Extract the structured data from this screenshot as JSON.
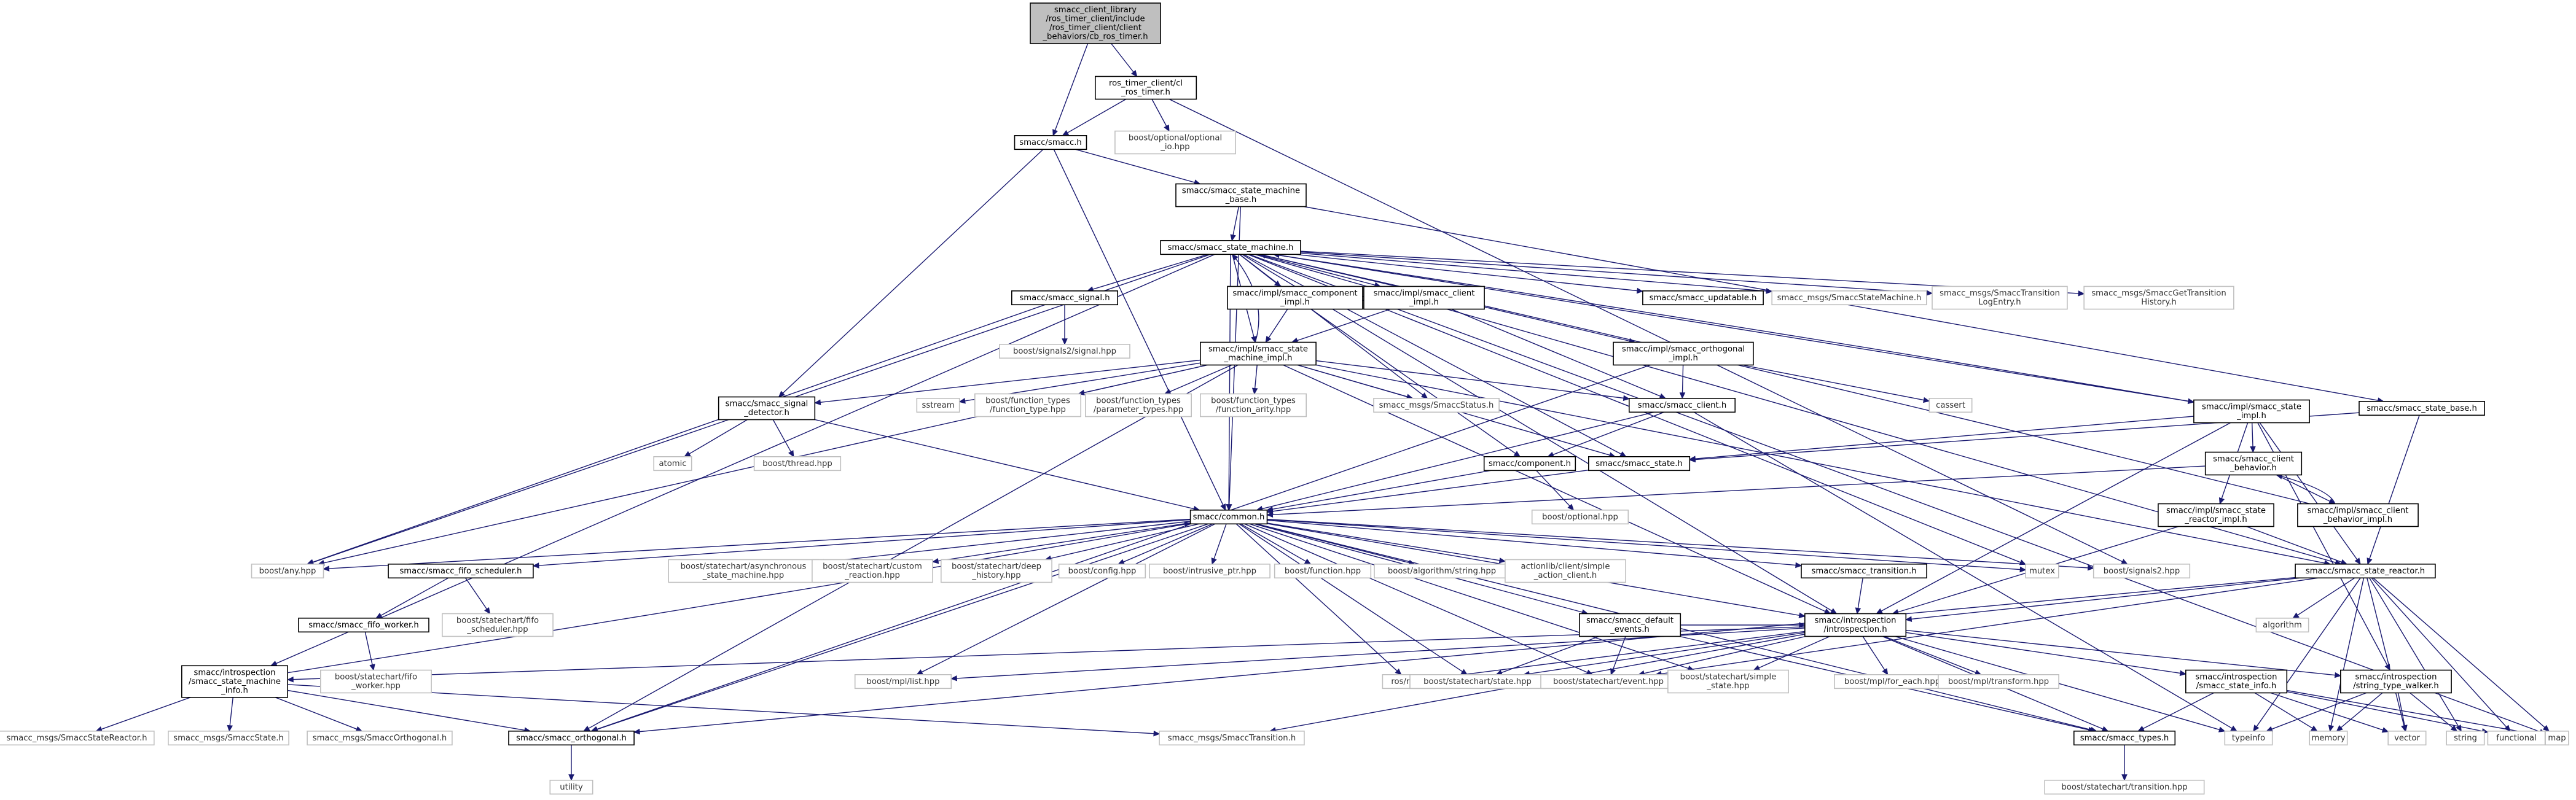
{
  "graph": {
    "direction": "top-to-bottom",
    "edge_color": "#191970",
    "root_fill": "#bfbfbf",
    "nodes": [
      {
        "id": "root",
        "lines": [
          "smacc_client_library",
          "/ros_timer_client/include",
          "/ros_timer_client/client",
          "_behaviors/cb_ros_timer.h"
        ],
        "kind": "root"
      },
      {
        "id": "timer_h",
        "lines": [
          "ros_timer_client/cl",
          "_ros_timer.h"
        ],
        "kind": "int"
      },
      {
        "id": "smacc_h",
        "lines": [
          "smacc/smacc.h"
        ],
        "kind": "int"
      },
      {
        "id": "opt_io",
        "lines": [
          "boost/optional/optional",
          "_io.hpp"
        ],
        "kind": "ext"
      },
      {
        "id": "sm_base",
        "lines": [
          "smacc/smacc_state_machine",
          "_base.h"
        ],
        "kind": "int"
      },
      {
        "id": "sm",
        "lines": [
          "smacc/smacc_state_machine.h"
        ],
        "kind": "int"
      },
      {
        "id": "signal",
        "lines": [
          "smacc/smacc_signal.h"
        ],
        "kind": "int"
      },
      {
        "id": "comp_impl",
        "lines": [
          "smacc/impl/smacc_component",
          "_impl.h"
        ],
        "kind": "int"
      },
      {
        "id": "client_impl",
        "lines": [
          "smacc/impl/smacc_client",
          "_impl.h"
        ],
        "kind": "int"
      },
      {
        "id": "updatable",
        "lines": [
          "smacc/smacc_updatable.h"
        ],
        "kind": "int"
      },
      {
        "id": "msg_sm",
        "lines": [
          "smacc_msgs/SmaccStateMachine.h"
        ],
        "kind": "ext"
      },
      {
        "id": "msg_tle",
        "lines": [
          "smacc_msgs/SmaccTransition",
          "LogEntry.h"
        ],
        "kind": "ext"
      },
      {
        "id": "msg_gth",
        "lines": [
          "smacc_msgs/SmaccGetTransition",
          "History.h"
        ],
        "kind": "ext"
      },
      {
        "id": "signals2_signal",
        "lines": [
          "boost/signals2/signal.hpp"
        ],
        "kind": "ext"
      },
      {
        "id": "sm_impl",
        "lines": [
          "smacc/impl/smacc_state",
          "_machine_impl.h"
        ],
        "kind": "int"
      },
      {
        "id": "orth_impl",
        "lines": [
          "smacc/impl/smacc_orthogonal",
          "_impl.h"
        ],
        "kind": "int"
      },
      {
        "id": "cassert",
        "lines": [
          "cassert"
        ],
        "kind": "ext"
      },
      {
        "id": "sig_det",
        "lines": [
          "smacc/smacc_signal",
          "_detector.h"
        ],
        "kind": "int"
      },
      {
        "id": "sstream",
        "lines": [
          "sstream"
        ],
        "kind": "ext"
      },
      {
        "id": "ft_type",
        "lines": [
          "boost/function_types",
          "/function_type.hpp"
        ],
        "kind": "ext"
      },
      {
        "id": "ft_param",
        "lines": [
          "boost/function_types",
          "/parameter_types.hpp"
        ],
        "kind": "ext"
      },
      {
        "id": "ft_arity",
        "lines": [
          "boost/function_types",
          "/function_arity.hpp"
        ],
        "kind": "ext"
      },
      {
        "id": "msg_status",
        "lines": [
          "smacc_msgs/SmaccStatus.h"
        ],
        "kind": "ext"
      },
      {
        "id": "client_h",
        "lines": [
          "smacc/smacc_client.h"
        ],
        "kind": "int"
      },
      {
        "id": "state_impl",
        "lines": [
          "smacc/impl/smacc_state",
          "_impl.h"
        ],
        "kind": "int"
      },
      {
        "id": "state_base",
        "lines": [
          "smacc/smacc_state_base.h"
        ],
        "kind": "int"
      },
      {
        "id": "atomic",
        "lines": [
          "atomic"
        ],
        "kind": "ext"
      },
      {
        "id": "thread",
        "lines": [
          "boost/thread.hpp"
        ],
        "kind": "ext"
      },
      {
        "id": "component",
        "lines": [
          "smacc/component.h"
        ],
        "kind": "int"
      },
      {
        "id": "state_h",
        "lines": [
          "smacc/smacc_state.h"
        ],
        "kind": "int"
      },
      {
        "id": "cb_h",
        "lines": [
          "smacc/smacc_client",
          "_behavior.h"
        ],
        "kind": "int"
      },
      {
        "id": "cb_impl",
        "lines": [
          "smacc/impl/smacc_client",
          "_behavior_impl.h"
        ],
        "kind": "int"
      },
      {
        "id": "sr_impl",
        "lines": [
          "smacc/impl/smacc_state",
          "_reactor_impl.h"
        ],
        "kind": "int"
      },
      {
        "id": "optional",
        "lines": [
          "boost/optional.hpp"
        ],
        "kind": "ext"
      },
      {
        "id": "common",
        "lines": [
          "smacc/common.h"
        ],
        "kind": "int"
      },
      {
        "id": "any",
        "lines": [
          "boost/any.hpp"
        ],
        "kind": "ext"
      },
      {
        "id": "fifo_sched",
        "lines": [
          "smacc/smacc_fifo_scheduler.h"
        ],
        "kind": "int"
      },
      {
        "id": "async_sm",
        "lines": [
          "boost/statechart/asynchronous",
          "_state_machine.hpp"
        ],
        "kind": "ext"
      },
      {
        "id": "custom_react",
        "lines": [
          "boost/statechart/custom",
          "_reaction.hpp"
        ],
        "kind": "ext"
      },
      {
        "id": "deep_hist",
        "lines": [
          "boost/statechart/deep",
          "_history.hpp"
        ],
        "kind": "ext"
      },
      {
        "id": "config",
        "lines": [
          "boost/config.hpp"
        ],
        "kind": "ext"
      },
      {
        "id": "intrusive",
        "lines": [
          "boost/intrusive_ptr.hpp"
        ],
        "kind": "ext"
      },
      {
        "id": "function",
        "lines": [
          "boost/function.hpp"
        ],
        "kind": "ext"
      },
      {
        "id": "algo_str",
        "lines": [
          "boost/algorithm/string.hpp"
        ],
        "kind": "ext"
      },
      {
        "id": "action_client",
        "lines": [
          "actionlib/client/simple",
          "_action_client.h"
        ],
        "kind": "ext"
      },
      {
        "id": "transition_h",
        "lines": [
          "smacc/smacc_transition.h"
        ],
        "kind": "int"
      },
      {
        "id": "mutex",
        "lines": [
          "mutex"
        ],
        "kind": "ext"
      },
      {
        "id": "signals2",
        "lines": [
          "boost/signals2.hpp"
        ],
        "kind": "ext"
      },
      {
        "id": "reactor",
        "lines": [
          "smacc/smacc_state_reactor.h"
        ],
        "kind": "int"
      },
      {
        "id": "fifo_worker",
        "lines": [
          "smacc/smacc_fifo_worker.h"
        ],
        "kind": "int"
      },
      {
        "id": "fifo_sched_hpp",
        "lines": [
          "boost/statechart/fifo",
          "_scheduler.hpp"
        ],
        "kind": "ext"
      },
      {
        "id": "default_events",
        "lines": [
          "smacc/smacc_default",
          "_events.h"
        ],
        "kind": "int"
      },
      {
        "id": "introspection",
        "lines": [
          "smacc/introspection",
          "/introspection.h"
        ],
        "kind": "int"
      },
      {
        "id": "algorithm",
        "lines": [
          "algorithm"
        ],
        "kind": "ext"
      },
      {
        "id": "fifo_worker_hpp",
        "lines": [
          "boost/statechart/fifo",
          "_worker.hpp"
        ],
        "kind": "ext"
      },
      {
        "id": "sm_info",
        "lines": [
          "smacc/introspection",
          "/smacc_state_machine",
          "_info.h"
        ],
        "kind": "int"
      },
      {
        "id": "mpl_list",
        "lines": [
          "boost/mpl/list.hpp"
        ],
        "kind": "ext"
      },
      {
        "id": "ros",
        "lines": [
          "ros/ros.h"
        ],
        "kind": "ext"
      },
      {
        "id": "sc_state",
        "lines": [
          "boost/statechart/state.hpp"
        ],
        "kind": "ext"
      },
      {
        "id": "sc_event",
        "lines": [
          "boost/statechart/event.hpp"
        ],
        "kind": "ext"
      },
      {
        "id": "sc_simple",
        "lines": [
          "boost/statechart/simple",
          "_state.hpp"
        ],
        "kind": "ext"
      },
      {
        "id": "mpl_foreach",
        "lines": [
          "boost/mpl/for_each.hpp"
        ],
        "kind": "ext"
      },
      {
        "id": "mpl_transform",
        "lines": [
          "boost/mpl/transform.hpp"
        ],
        "kind": "ext"
      },
      {
        "id": "state_info",
        "lines": [
          "smacc/introspection",
          "/smacc_state_info.h"
        ],
        "kind": "int"
      },
      {
        "id": "walker",
        "lines": [
          "smacc/introspection",
          "/string_type_walker.h"
        ],
        "kind": "int"
      },
      {
        "id": "msg_sr",
        "lines": [
          "smacc_msgs/SmaccStateReactor.h"
        ],
        "kind": "ext"
      },
      {
        "id": "msg_state",
        "lines": [
          "smacc_msgs/SmaccState.h"
        ],
        "kind": "ext"
      },
      {
        "id": "msg_orth",
        "lines": [
          "smacc_msgs/SmaccOrthogonal.h"
        ],
        "kind": "ext"
      },
      {
        "id": "orthogonal",
        "lines": [
          "smacc/smacc_orthogonal.h"
        ],
        "kind": "int"
      },
      {
        "id": "msg_trans",
        "lines": [
          "smacc_msgs/SmaccTransition.h"
        ],
        "kind": "ext"
      },
      {
        "id": "types",
        "lines": [
          "smacc/smacc_types.h"
        ],
        "kind": "int"
      },
      {
        "id": "typeinfo",
        "lines": [
          "typeinfo"
        ],
        "kind": "ext"
      },
      {
        "id": "memory",
        "lines": [
          "memory"
        ],
        "kind": "ext"
      },
      {
        "id": "vector",
        "lines": [
          "vector"
        ],
        "kind": "ext"
      },
      {
        "id": "string",
        "lines": [
          "string"
        ],
        "kind": "ext"
      },
      {
        "id": "functional",
        "lines": [
          "functional"
        ],
        "kind": "ext"
      },
      {
        "id": "map",
        "lines": [
          "map"
        ],
        "kind": "ext"
      },
      {
        "id": "utility",
        "lines": [
          "utility"
        ],
        "kind": "ext"
      },
      {
        "id": "sc_transition",
        "lines": [
          "boost/statechart/transition.hpp"
        ],
        "kind": "ext"
      }
    ],
    "edges": [
      [
        "root",
        "smacc_h"
      ],
      [
        "root",
        "timer_h"
      ],
      [
        "timer_h",
        "smacc_h"
      ],
      [
        "timer_h",
        "opt_io"
      ],
      [
        "timer_h",
        "signals2"
      ],
      [
        "smacc_h",
        "sm_base"
      ],
      [
        "smacc_h",
        "common"
      ],
      [
        "smacc_h",
        "sig_det"
      ],
      [
        "sm_base",
        "sm"
      ],
      [
        "sm_base",
        "state_base"
      ],
      [
        "sm_base",
        "common"
      ],
      [
        "sm",
        "common"
      ],
      [
        "sm",
        "signal"
      ],
      [
        "sm",
        "comp_impl"
      ],
      [
        "sm",
        "client_impl"
      ],
      [
        "sm",
        "updatable"
      ],
      [
        "sm",
        "msg_sm"
      ],
      [
        "sm",
        "msg_tle"
      ],
      [
        "sm",
        "msg_gth"
      ],
      [
        "sm",
        "orth_impl"
      ],
      [
        "sm",
        "state_impl"
      ],
      [
        "sm",
        "any"
      ],
      [
        "sm",
        "map"
      ],
      [
        "sm",
        "mutex"
      ],
      [
        "sm",
        "msg_status"
      ],
      [
        "sm",
        "sm_info"
      ],
      [
        "sm",
        "introspection"
      ],
      [
        "sm",
        "reactor"
      ],
      [
        "sm",
        "state_h"
      ],
      [
        "sm",
        "sm_impl"
      ],
      [
        "signal",
        "signals2_signal"
      ],
      [
        "signal",
        "any"
      ],
      [
        "comp_impl",
        "sm_impl"
      ],
      [
        "comp_impl",
        "component"
      ],
      [
        "client_impl",
        "sm_impl"
      ],
      [
        "client_impl",
        "client_h"
      ],
      [
        "sm_impl",
        "sig_det"
      ],
      [
        "sm_impl",
        "sstream"
      ],
      [
        "sm_impl",
        "ft_type"
      ],
      [
        "sm_impl",
        "ft_param"
      ],
      [
        "sm_impl",
        "ft_arity"
      ],
      [
        "sm_impl",
        "msg_status"
      ],
      [
        "sm_impl",
        "client_h"
      ],
      [
        "sm_impl",
        "state_h"
      ],
      [
        "sm_impl",
        "introspection"
      ],
      [
        "sm_impl",
        "reactor"
      ],
      [
        "sm_impl",
        "sm"
      ],
      [
        "sm_impl",
        "any"
      ],
      [
        "sm_impl",
        "orthogonal"
      ],
      [
        "orth_impl",
        "client_h"
      ],
      [
        "orth_impl",
        "cassert"
      ],
      [
        "orth_impl",
        "orthogonal"
      ],
      [
        "sig_det",
        "atomic"
      ],
      [
        "sig_det",
        "thread"
      ],
      [
        "sig_det",
        "common"
      ],
      [
        "client_h",
        "component"
      ],
      [
        "client_h",
        "common"
      ],
      [
        "client_h",
        "typeinfo"
      ],
      [
        "component",
        "common"
      ],
      [
        "component",
        "optional"
      ],
      [
        "state_h",
        "common"
      ],
      [
        "state_impl",
        "cb_h"
      ],
      [
        "state_impl",
        "sr_impl"
      ],
      [
        "state_impl",
        "introspection"
      ],
      [
        "state_impl",
        "reactor"
      ],
      [
        "state_impl",
        "state_h"
      ],
      [
        "state_impl",
        "walker"
      ],
      [
        "state_impl",
        "sm"
      ],
      [
        "state_base",
        "state_h"
      ],
      [
        "state_base",
        "reactor"
      ],
      [
        "cb_h",
        "common"
      ],
      [
        "cb_h",
        "cb_impl"
      ],
      [
        "cb_impl",
        "cb_h"
      ],
      [
        "cb_impl",
        "sm"
      ],
      [
        "sr_impl",
        "reactor"
      ],
      [
        "sr_impl",
        "introspection"
      ],
      [
        "common",
        "any"
      ],
      [
        "common",
        "fifo_sched"
      ],
      [
        "common",
        "async_sm"
      ],
      [
        "common",
        "custom_react"
      ],
      [
        "common",
        "deep_hist"
      ],
      [
        "common",
        "config"
      ],
      [
        "common",
        "intrusive"
      ],
      [
        "common",
        "function"
      ],
      [
        "common",
        "algo_str"
      ],
      [
        "common",
        "action_client"
      ],
      [
        "common",
        "transition_h"
      ],
      [
        "common",
        "mutex"
      ],
      [
        "common",
        "signals2"
      ],
      [
        "common",
        "introspection"
      ],
      [
        "common",
        "default_events"
      ],
      [
        "common",
        "sc_state"
      ],
      [
        "common",
        "sc_event"
      ],
      [
        "common",
        "sc_simple"
      ],
      [
        "common",
        "types"
      ],
      [
        "common",
        "ros"
      ],
      [
        "common",
        "mpl_list"
      ],
      [
        "common",
        "orthogonal"
      ],
      [
        "fifo_sched",
        "fifo_worker"
      ],
      [
        "fifo_sched",
        "fifo_sched_hpp"
      ],
      [
        "fifo_worker",
        "fifo_worker_hpp"
      ],
      [
        "transition_h",
        "introspection"
      ],
      [
        "reactor",
        "introspection"
      ],
      [
        "reactor",
        "algorithm"
      ],
      [
        "reactor",
        "memory"
      ],
      [
        "reactor",
        "vector"
      ],
      [
        "reactor",
        "string"
      ],
      [
        "reactor",
        "functional"
      ],
      [
        "reactor",
        "map"
      ],
      [
        "reactor",
        "typeinfo"
      ],
      [
        "reactor",
        "sc_event"
      ],
      [
        "reactor",
        "orthogonal"
      ],
      [
        "default_events",
        "sc_state"
      ],
      [
        "default_events",
        "sc_event"
      ],
      [
        "default_events",
        "types"
      ],
      [
        "default_events",
        "introspection"
      ],
      [
        "introspection",
        "sc_state"
      ],
      [
        "introspection",
        "sc_event"
      ],
      [
        "introspection",
        "sc_simple"
      ],
      [
        "introspection",
        "mpl_list"
      ],
      [
        "introspection",
        "ros"
      ],
      [
        "introspection",
        "mpl_foreach"
      ],
      [
        "introspection",
        "mpl_transform"
      ],
      [
        "introspection",
        "state_info"
      ],
      [
        "introspection",
        "walker"
      ],
      [
        "introspection",
        "types"
      ],
      [
        "introspection",
        "typeinfo"
      ],
      [
        "introspection",
        "sm_info"
      ],
      [
        "introspection",
        "msg_trans"
      ],
      [
        "sm_info",
        "msg_sr"
      ],
      [
        "sm_info",
        "msg_state"
      ],
      [
        "sm_info",
        "msg_orth"
      ],
      [
        "sm_info",
        "orthogonal"
      ],
      [
        "sm_info",
        "msg_trans"
      ],
      [
        "sm_info",
        "common"
      ],
      [
        "state_info",
        "types"
      ],
      [
        "state_info",
        "memory"
      ],
      [
        "state_info",
        "vector"
      ],
      [
        "state_info",
        "functional"
      ],
      [
        "state_info",
        "map"
      ],
      [
        "walker",
        "memory"
      ],
      [
        "walker",
        "vector"
      ],
      [
        "walker",
        "string"
      ],
      [
        "walker",
        "typeinfo"
      ],
      [
        "orthogonal",
        "utility"
      ],
      [
        "types",
        "sc_transition"
      ]
    ]
  }
}
